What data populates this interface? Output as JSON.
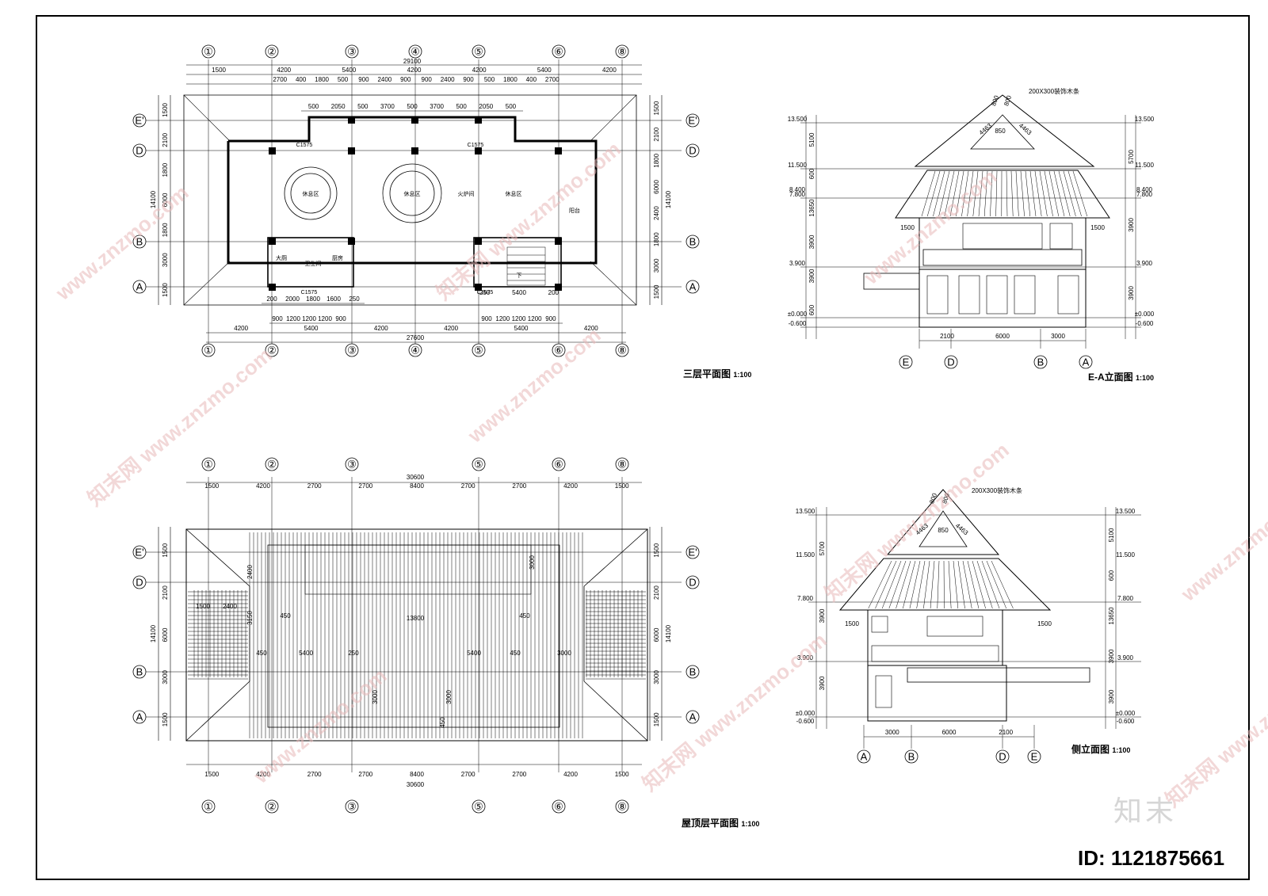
{
  "drawings": {
    "plan3": {
      "title": "三层平面图",
      "scale": "1:100",
      "axes_x": [
        "①",
        "②",
        "③",
        "④",
        "⑤",
        "⑥",
        "⑧"
      ],
      "axes_y": [
        "E'",
        "D",
        "B",
        "A"
      ],
      "dim_total_top": "29100",
      "dim_row1": [
        "1500",
        "4200",
        "5400",
        "4200",
        "4200",
        "5400",
        "4200"
      ],
      "dim_row2": [
        "2700",
        "400",
        "1800",
        "500",
        "900",
        "2400",
        "900",
        "900",
        "2400",
        "900",
        "500",
        "1800",
        "400",
        "2700"
      ],
      "dim_row3": [
        "500",
        "2050",
        "500",
        "3700",
        "500",
        "3700",
        "500",
        "2050",
        "500"
      ],
      "dim_bottom_row1": [
        "200",
        "2000",
        "1800",
        "1600",
        "250"
      ],
      "dim_bottom_row2": [
        "900",
        "1200",
        "1200",
        "1200",
        "900",
        "900",
        "1200",
        "1200",
        "1200",
        "900"
      ],
      "dim_bottom_row3": [
        "4200",
        "5400",
        "4200",
        "4200",
        "5400",
        "4200"
      ],
      "dim_total_bottom": "27600",
      "dim_left": [
        "1500",
        "2100",
        "1800",
        "6000",
        "1800",
        "3000",
        "1500"
      ],
      "dim_left_total": "14100",
      "dim_right": [
        "1500",
        "2100",
        "1800",
        "6000",
        "2400",
        "1800",
        "3000",
        "1500"
      ],
      "dim_right_total": "14100",
      "rooms": [
        "休息区",
        "休息区",
        "火炉间",
        "休息区",
        "卫生间",
        "大厕",
        "厨房",
        "阳台"
      ],
      "stair_label": "下",
      "door_labels": [
        "C1575",
        "C1575",
        "C1575",
        "C1575"
      ],
      "stair_dims": [
        "250",
        "5400",
        "200"
      ]
    },
    "roof": {
      "title": "屋顶层平面图",
      "scale": "1:100",
      "axes_x": [
        "①",
        "②",
        "③",
        "⑤",
        "⑥",
        "⑧"
      ],
      "axes_y": [
        "E'",
        "D",
        "B",
        "A"
      ],
      "dim_total_top": "30600",
      "dim_row1": [
        "1500",
        "4200",
        "2700",
        "2700",
        "8400",
        "2700",
        "2700",
        "4200",
        "1500"
      ],
      "dim_inner": [
        "2400",
        "1500",
        "2400",
        "3150",
        "450",
        "13800",
        "450",
        "5400",
        "450",
        "250",
        "5400",
        "450",
        "3000",
        "3000",
        "3000",
        "3000",
        "450"
      ],
      "dim_bottom_row": [
        "1500",
        "4200",
        "2700",
        "2700",
        "8400",
        "2700",
        "2700",
        "4200",
        "1500"
      ],
      "dim_total_bottom": "30600",
      "dim_left": [
        "1500",
        "2100",
        "6000",
        "3000",
        "1500"
      ],
      "dim_left_total": "14100",
      "dim_right": [
        "1500",
        "2100",
        "6000",
        "3000",
        "1500"
      ],
      "dim_right_total": "14100"
    },
    "elev_ea": {
      "title": "E-A立面图",
      "scale": "1:100",
      "axes": [
        "E",
        "D",
        "B",
        "A"
      ],
      "dims_bottom": [
        "2100",
        "6000",
        "3000"
      ],
      "dims_side": [
        "1500",
        "1500"
      ],
      "levels_left": [
        "13.500",
        "11.500",
        "8.400",
        "7.800",
        "3.900",
        "±0.000",
        "-0.600"
      ],
      "heights_left": [
        "5100",
        "600",
        "13650",
        "3900",
        "3900",
        "600"
      ],
      "heights_right": [
        "5700",
        "3900",
        "3900"
      ],
      "roof_dims": [
        "4463",
        "4463",
        "800",
        "800",
        "850"
      ],
      "note": "200X300装饰木条"
    },
    "elev_side": {
      "title": "侧立面图",
      "scale": "1:100",
      "axes": [
        "A",
        "B",
        "D",
        "E"
      ],
      "dims_bottom": [
        "3000",
        "6000",
        "2100"
      ],
      "dims_side": [
        "1500",
        "1500"
      ],
      "levels_left": [
        "13.500",
        "11.500",
        "7.800",
        "3.900",
        "±0.000",
        "-0.600"
      ],
      "heights_left": [
        "5700",
        "3900",
        "3900"
      ],
      "heights_right": [
        "5100",
        "600",
        "13650",
        "3900",
        "3900"
      ],
      "roof_dims": [
        "4463",
        "4463",
        "800",
        "800",
        "850"
      ],
      "note": "200X300装饰木条"
    }
  },
  "watermark": {
    "text_cn": "知末网",
    "text_url": "www.znzmo.com",
    "brand": "知末",
    "color": "#e8b9b9"
  },
  "id_tag": "ID: 1121875661"
}
